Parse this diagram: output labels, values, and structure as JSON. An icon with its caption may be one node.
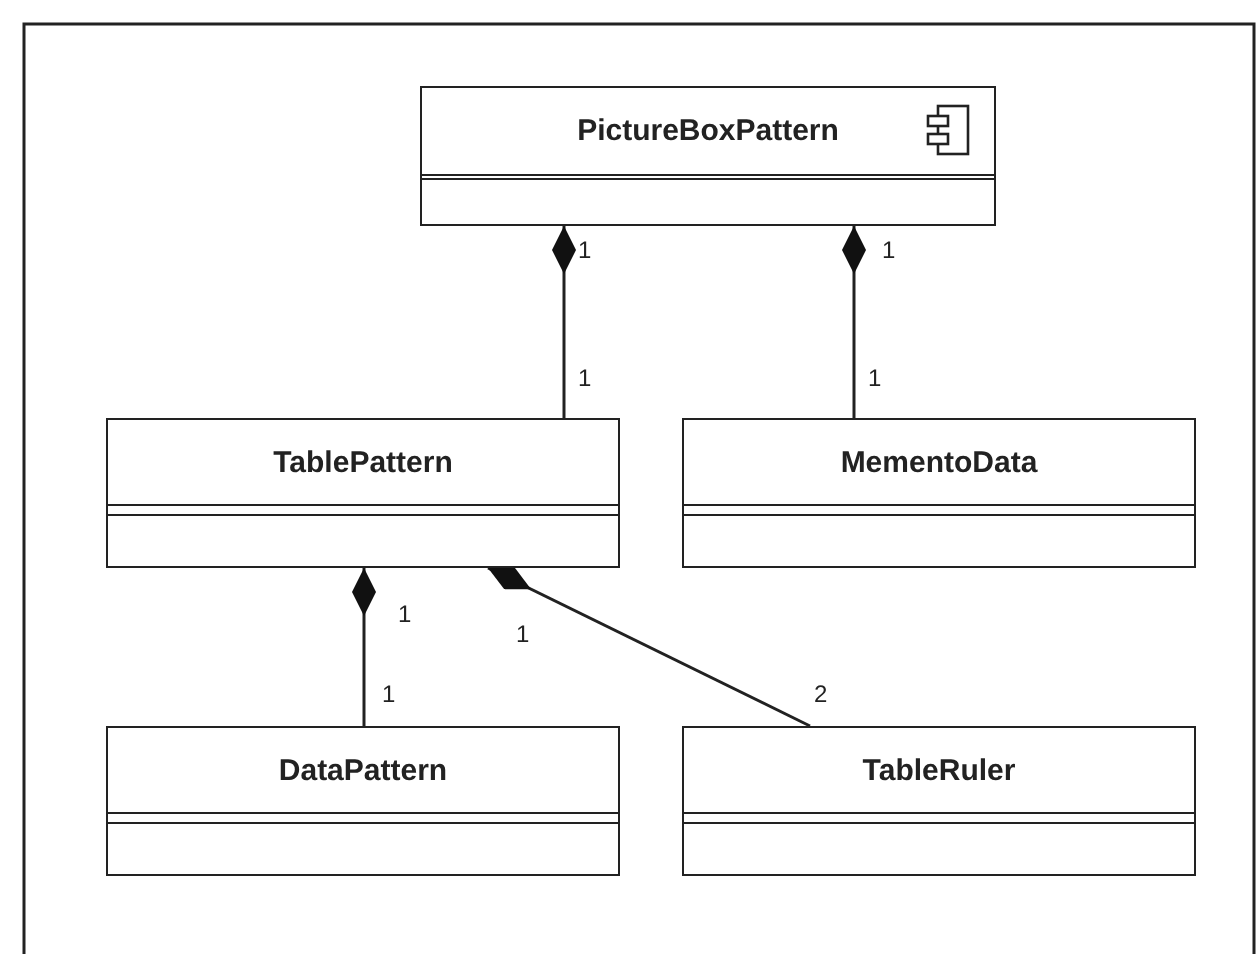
{
  "diagram": {
    "nodes": [
      {
        "text": [
          "PictureBoxPattern"
        ]
      },
      {
        "text": [
          "TablePattern"
        ]
      },
      {
        "text": [
          "MementoData"
        ]
      },
      {
        "text": [
          "DataPattern"
        ]
      },
      {
        "text": [
          "TableRuler"
        ]
      }
    ],
    "edges": [
      {
        "from": 0,
        "to": 1,
        "arrow": "other"
      },
      {
        "from": 0,
        "to": 2,
        "arrow": "other"
      },
      {
        "from": 1,
        "to": 3,
        "arrow": "other"
      },
      {
        "from": 1,
        "to": 4,
        "arrow": "other"
      }
    ],
    "labels": [
      "1",
      "1",
      "1",
      "1",
      "1",
      "1",
      "1",
      "2"
    ]
  }
}
